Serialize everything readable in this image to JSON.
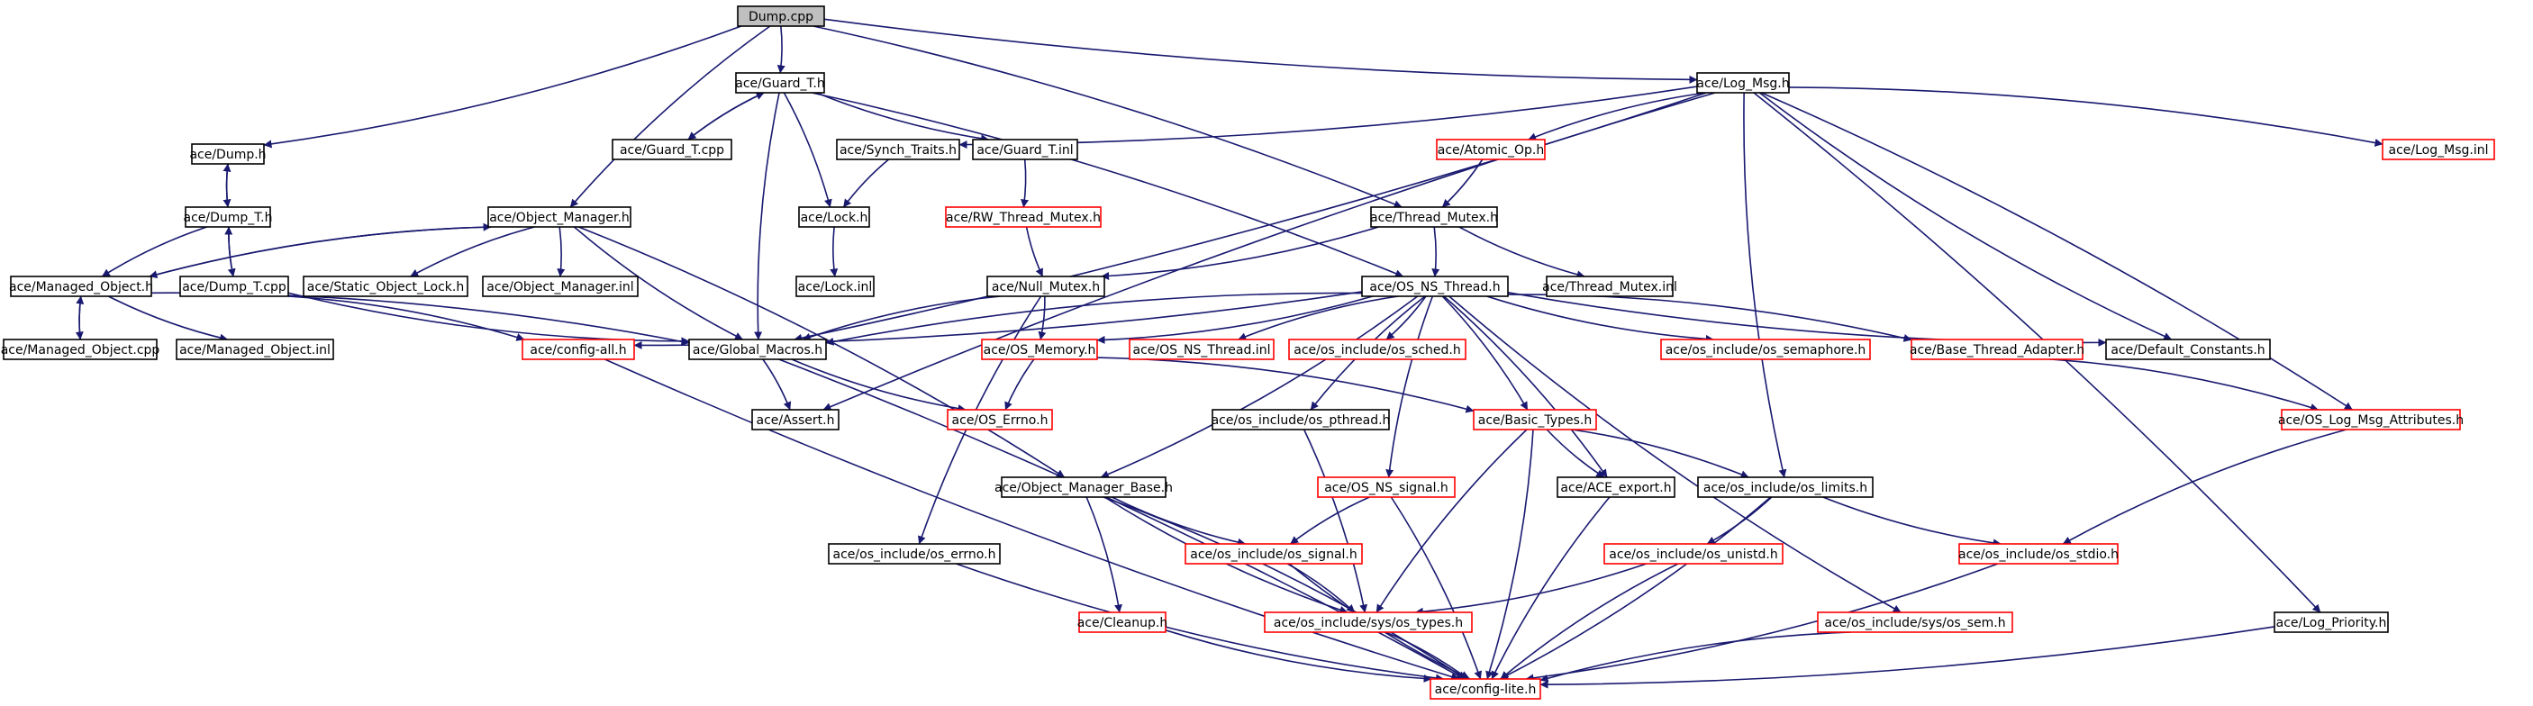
{
  "colors": {
    "edge": "#191970",
    "node_border": "#000000",
    "node_border_red": "#ff0000",
    "root_fill": "#bfbfbf"
  },
  "nodes": [
    {
      "id": "dump_cpp",
      "label": "Dump.cpp",
      "root": true
    },
    {
      "id": "guard_t_h",
      "label": "ace/Guard_T.h"
    },
    {
      "id": "log_msg_h",
      "label": "ace/Log_Msg.h"
    },
    {
      "id": "guard_t_cpp",
      "label": "ace/Guard_T.cpp"
    },
    {
      "id": "dump_h",
      "label": "ace/Dump.h"
    },
    {
      "id": "synch_traits_h",
      "label": "ace/Synch_Traits.h"
    },
    {
      "id": "guard_t_inl",
      "label": "ace/Guard_T.inl"
    },
    {
      "id": "atomic_op_h",
      "label": "ace/Atomic_Op.h",
      "missing": true
    },
    {
      "id": "log_msg_inl",
      "label": "ace/Log_Msg.inl",
      "missing": true
    },
    {
      "id": "dump_t_h",
      "label": "ace/Dump_T.h"
    },
    {
      "id": "lock_h",
      "label": "ace/Lock.h"
    },
    {
      "id": "rw_thread_mutex_h",
      "label": "ace/RW_Thread_Mutex.h",
      "missing": true
    },
    {
      "id": "thread_mutex_h",
      "label": "ace/Thread_Mutex.h"
    },
    {
      "id": "object_manager_h",
      "label": "ace/Object_Manager.h"
    },
    {
      "id": "managed_object_h",
      "label": "ace/Managed_Object.h"
    },
    {
      "id": "dump_t_cpp",
      "label": "ace/Dump_T.cpp"
    },
    {
      "id": "static_object_lock_h",
      "label": "ace/Static_Object_Lock.h"
    },
    {
      "id": "object_manager_inl",
      "label": "ace/Object_Manager.inl"
    },
    {
      "id": "lock_inl",
      "label": "ace/Lock.inl"
    },
    {
      "id": "null_mutex_h",
      "label": "ace/Null_Mutex.h"
    },
    {
      "id": "os_ns_thread_h",
      "label": "ace/OS_NS_Thread.h"
    },
    {
      "id": "thread_mutex_inl",
      "label": "ace/Thread_Mutex.inl"
    },
    {
      "id": "managed_object_cpp",
      "label": "ace/Managed_Object.cpp"
    },
    {
      "id": "managed_object_inl",
      "label": "ace/Managed_Object.inl"
    },
    {
      "id": "config_all_h",
      "label": "ace/config-all.h",
      "missing": true
    },
    {
      "id": "global_macros_h",
      "label": "ace/Global_Macros.h"
    },
    {
      "id": "os_memory_h",
      "label": "ace/OS_Memory.h",
      "missing": true
    },
    {
      "id": "os_ns_thread_inl",
      "label": "ace/OS_NS_Thread.inl",
      "missing": true
    },
    {
      "id": "os_sched_h",
      "label": "ace/os_include/os_sched.h",
      "missing": true
    },
    {
      "id": "os_semaphore_h",
      "label": "ace/os_include/os_semaphore.h",
      "missing": true
    },
    {
      "id": "base_thread_adapter_h",
      "label": "ace/Base_Thread_Adapter.h",
      "missing": true
    },
    {
      "id": "default_constants_h",
      "label": "ace/Default_Constants.h"
    },
    {
      "id": "assert_h",
      "label": "ace/Assert.h"
    },
    {
      "id": "os_errno_h",
      "label": "ace/OS_Errno.h",
      "missing": true
    },
    {
      "id": "os_pthread_h",
      "label": "ace/os_include/os_pthread.h"
    },
    {
      "id": "basic_types_h",
      "label": "ace/Basic_Types.h",
      "missing": true
    },
    {
      "id": "os_log_msg_attributes_h",
      "label": "ace/OS_Log_Msg_Attributes.h",
      "missing": true
    },
    {
      "id": "object_manager_base_h",
      "label": "ace/Object_Manager_Base.h"
    },
    {
      "id": "os_ns_signal_h",
      "label": "ace/OS_NS_signal.h",
      "missing": true
    },
    {
      "id": "ace_export_h",
      "label": "ace/ACE_export.h"
    },
    {
      "id": "os_limits_h",
      "label": "ace/os_include/os_limits.h"
    },
    {
      "id": "os_errno_inc_h",
      "label": "ace/os_include/os_errno.h"
    },
    {
      "id": "os_signal_h",
      "label": "ace/os_include/os_signal.h",
      "missing": true
    },
    {
      "id": "os_unistd_h",
      "label": "ace/os_include/os_unistd.h",
      "missing": true
    },
    {
      "id": "os_stdio_h",
      "label": "ace/os_include/os_stdio.h",
      "missing": true
    },
    {
      "id": "cleanup_h",
      "label": "ace/Cleanup.h",
      "missing": true
    },
    {
      "id": "sys_types_h",
      "label": "ace/os_include/sys/os_types.h",
      "missing": true
    },
    {
      "id": "sys_sem_h",
      "label": "ace/os_include/sys/os_sem.h",
      "missing": true
    },
    {
      "id": "log_priority_h",
      "label": "ace/Log_Priority.h"
    },
    {
      "id": "config_lite_h",
      "label": "ace/config-lite.h",
      "missing": true
    }
  ],
  "edges": [
    [
      "dump_cpp",
      "guard_t_h"
    ],
    [
      "dump_cpp",
      "log_msg_h"
    ],
    [
      "dump_cpp",
      "dump_h"
    ],
    [
      "dump_cpp",
      "object_manager_h"
    ],
    [
      "dump_cpp",
      "thread_mutex_h"
    ],
    [
      "guard_t_h",
      "guard_t_cpp"
    ],
    [
      "guard_t_cpp",
      "guard_t_h"
    ],
    [
      "guard_t_h",
      "guard_t_inl"
    ],
    [
      "guard_t_h",
      "lock_h"
    ],
    [
      "guard_t_h",
      "global_macros_h"
    ],
    [
      "guard_t_h",
      "os_ns_thread_h"
    ],
    [
      "dump_h",
      "dump_t_h"
    ],
    [
      "dump_t_h",
      "dump_h"
    ],
    [
      "dump_t_h",
      "dump_t_cpp"
    ],
    [
      "dump_t_cpp",
      "dump_t_h"
    ],
    [
      "dump_t_h",
      "managed_object_h"
    ],
    [
      "dump_t_cpp",
      "config_all_h"
    ],
    [
      "dump_t_cpp",
      "global_macros_h"
    ],
    [
      "log_msg_h",
      "synch_traits_h"
    ],
    [
      "log_msg_h",
      "atomic_op_h"
    ],
    [
      "log_msg_h",
      "log_msg_inl"
    ],
    [
      "log_msg_h",
      "default_constants_h"
    ],
    [
      "log_msg_h",
      "os_log_msg_attributes_h"
    ],
    [
      "log_msg_h",
      "os_limits_h"
    ],
    [
      "log_msg_h",
      "log_priority_h"
    ],
    [
      "log_msg_h",
      "assert_h"
    ],
    [
      "log_msg_h",
      "global_macros_h"
    ],
    [
      "synch_traits_h",
      "lock_h"
    ],
    [
      "guard_t_inl",
      "rw_thread_mutex_h"
    ],
    [
      "rw_thread_mutex_h",
      "null_mutex_h"
    ],
    [
      "atomic_op_h",
      "thread_mutex_h"
    ],
    [
      "lock_h",
      "lock_inl"
    ],
    [
      "thread_mutex_h",
      "os_ns_thread_h"
    ],
    [
      "thread_mutex_h",
      "thread_mutex_inl"
    ],
    [
      "thread_mutex_h",
      "null_mutex_h"
    ],
    [
      "object_manager_h",
      "managed_object_h"
    ],
    [
      "managed_object_h",
      "object_manager_h"
    ],
    [
      "object_manager_h",
      "static_object_lock_h"
    ],
    [
      "object_manager_h",
      "object_manager_inl"
    ],
    [
      "object_manager_h",
      "global_macros_h"
    ],
    [
      "object_manager_h",
      "object_manager_base_h"
    ],
    [
      "managed_object_h",
      "managed_object_cpp"
    ],
    [
      "managed_object_cpp",
      "managed_object_h"
    ],
    [
      "managed_object_h",
      "managed_object_inl"
    ],
    [
      "managed_object_h",
      "global_macros_h"
    ],
    [
      "null_mutex_h",
      "global_macros_h"
    ],
    [
      "null_mutex_h",
      "os_memory_h"
    ],
    [
      "null_mutex_h",
      "os_errno_inc_h"
    ],
    [
      "os_ns_thread_h",
      "config_all_h"
    ],
    [
      "os_ns_thread_h",
      "global_macros_h"
    ],
    [
      "os_ns_thread_h",
      "os_memory_h"
    ],
    [
      "os_ns_thread_h",
      "os_ns_thread_inl"
    ],
    [
      "os_ns_thread_h",
      "os_sched_h"
    ],
    [
      "os_ns_thread_h",
      "os_semaphore_h"
    ],
    [
      "os_ns_thread_h",
      "base_thread_adapter_h"
    ],
    [
      "os_ns_thread_h",
      "default_constants_h"
    ],
    [
      "os_ns_thread_h",
      "object_manager_base_h"
    ],
    [
      "os_ns_thread_h",
      "os_pthread_h"
    ],
    [
      "os_ns_thread_h",
      "basic_types_h"
    ],
    [
      "os_ns_thread_h",
      "os_ns_signal_h"
    ],
    [
      "os_ns_thread_h",
      "ace_export_h"
    ],
    [
      "os_ns_thread_h",
      "sys_sem_h"
    ],
    [
      "global_macros_h",
      "assert_h"
    ],
    [
      "global_macros_h",
      "os_errno_h"
    ],
    [
      "global_macros_h",
      "config_lite_h"
    ],
    [
      "os_memory_h",
      "os_errno_h"
    ],
    [
      "os_memory_h",
      "basic_types_h"
    ],
    [
      "config_all_h",
      "config_lite_h"
    ],
    [
      "base_thread_adapter_h",
      "os_log_msg_attributes_h"
    ],
    [
      "os_log_msg_attributes_h",
      "os_stdio_h"
    ],
    [
      "os_pthread_h",
      "sys_types_h"
    ],
    [
      "basic_types_h",
      "ace_export_h"
    ],
    [
      "basic_types_h",
      "os_limits_h"
    ],
    [
      "basic_types_h",
      "sys_types_h"
    ],
    [
      "basic_types_h",
      "config_lite_h"
    ],
    [
      "object_manager_base_h",
      "os_signal_h"
    ],
    [
      "object_manager_base_h",
      "cleanup_h"
    ],
    [
      "object_manager_base_h",
      "sys_types_h"
    ],
    [
      "object_manager_base_h",
      "config_lite_h"
    ],
    [
      "os_ns_signal_h",
      "os_signal_h"
    ],
    [
      "os_ns_signal_h",
      "config_lite_h"
    ],
    [
      "ace_export_h",
      "config_lite_h"
    ],
    [
      "os_limits_h",
      "os_unistd_h"
    ],
    [
      "os_limits_h",
      "os_stdio_h"
    ],
    [
      "os_limits_h",
      "config_lite_h"
    ],
    [
      "os_errno_inc_h",
      "config_lite_h"
    ],
    [
      "os_signal_h",
      "sys_types_h"
    ],
    [
      "os_signal_h",
      "config_lite_h"
    ],
    [
      "os_unistd_h",
      "sys_types_h"
    ],
    [
      "os_unistd_h",
      "config_lite_h"
    ],
    [
      "os_stdio_h",
      "config_lite_h"
    ],
    [
      "cleanup_h",
      "config_lite_h"
    ],
    [
      "sys_types_h",
      "config_lite_h"
    ],
    [
      "sys_sem_h",
      "config_lite_h"
    ],
    [
      "log_priority_h",
      "config_lite_h"
    ]
  ]
}
